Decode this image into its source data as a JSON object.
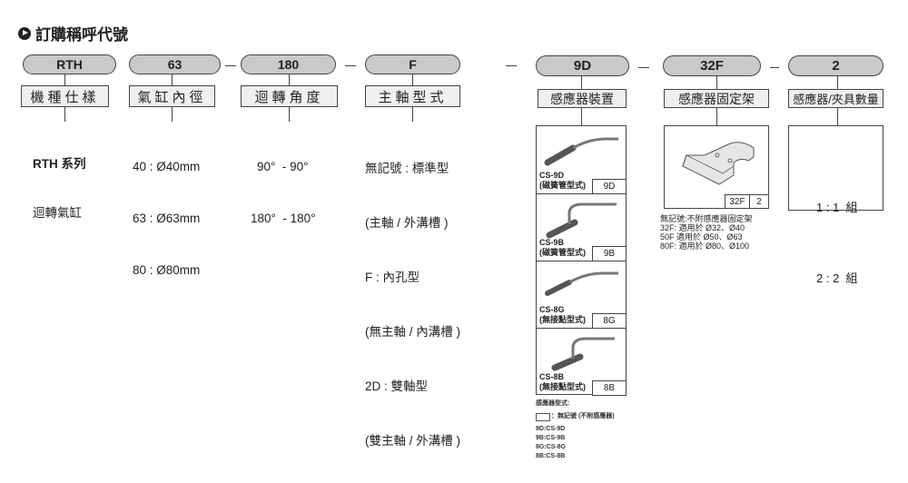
{
  "title": "訂購稱呼代號",
  "codes": [
    {
      "code": "RTH",
      "label": "機種仕樣",
      "desc": [
        "RTH 系列",
        "迴轉氣缸"
      ]
    },
    {
      "code": "63",
      "label": "氣缸內徑",
      "desc": [
        "40 : Ø40mm",
        "63 : Ø63mm",
        "80 : Ø80mm"
      ]
    },
    {
      "code": "180",
      "label": "迴轉角度",
      "desc": [
        "90°  - 90°",
        "180°  - 180°"
      ]
    },
    {
      "code": "F",
      "label": "主軸型式",
      "desc": [
        "無記號 : 標準型",
        "(主軸 / 外溝槽 )",
        "F : 內孔型",
        "(無主軸 / 內溝槽 )",
        "2D : 雙軸型",
        "(雙主軸 / 外溝槽 )"
      ]
    },
    {
      "code": "9D",
      "label": "感應器裝置"
    },
    {
      "code": "32F",
      "label": "感應器固定架"
    },
    {
      "code": "2",
      "label": "感應器/夾具數量"
    }
  ],
  "sensors": [
    {
      "name": "CS-9D",
      "type": "(磁簧管型式)",
      "code": "9D"
    },
    {
      "name": "CS-9B",
      "type": "(磁簧管型式)",
      "code": "9B"
    },
    {
      "name": "CS-8G",
      "type": "(無接點型式)",
      "code": "8G"
    },
    {
      "name": "CS-8B",
      "type": "(無接點型式)",
      "code": "8B"
    }
  ],
  "sensor_notes": {
    "heading": "感應器型式:",
    "blank": "：無記號 (不附感應器)",
    "list": [
      "9D:CS-9D",
      "9B:CS-9B",
      "8G:CS-8G",
      "8B:CS-8B"
    ]
  },
  "bracket": {
    "code": "32F",
    "qty": "2",
    "notes": [
      "無記號:不附感應器固定架",
      "32F: 適用於 Ø32、Ø40",
      "50F  適用於 Ø50、Ø63",
      "80F: 適用於 Ø80、Ø100"
    ]
  },
  "quantity": [
    "1 : 1  組",
    "2 : 2  組"
  ]
}
